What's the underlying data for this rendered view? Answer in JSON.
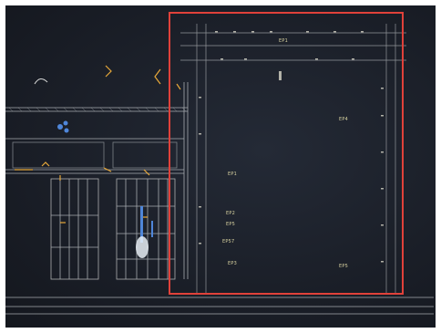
{
  "photo": {
    "description_colors": {
      "background": "#1b1f28",
      "line": "#c9c9c9",
      "accent": "#e8a93a",
      "blue": "#4f86d9",
      "selection": "#e0413a"
    }
  },
  "selection_box": {
    "color": "#e0413a"
  },
  "labels": {
    "right_mid": "EP4",
    "left_a": "EP1",
    "left_b": "EP2",
    "left_c": "EP5",
    "left_d": "EP57",
    "left_e": "EP3",
    "bottom_right": "EP5",
    "top_center": "EP1"
  }
}
